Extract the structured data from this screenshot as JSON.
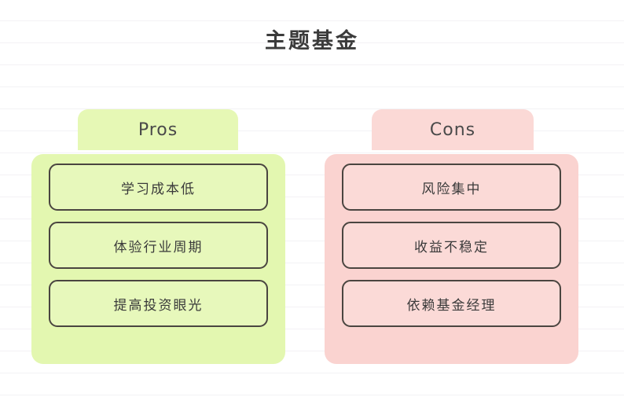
{
  "page": {
    "title": "主题基金",
    "background_color": "#ffffff",
    "rule_line_color": "#f3f2f5"
  },
  "columns": [
    {
      "id": "pros",
      "header_label": "Pros",
      "header_color": "#e6f8b5",
      "panel_color": "#e3f7b0",
      "card_color": "#e7f8bb",
      "card_border_color": "#4a4540",
      "items": [
        {
          "label": "学习成本低"
        },
        {
          "label": "体验行业周期"
        },
        {
          "label": "提高投资眼光"
        }
      ]
    },
    {
      "id": "cons",
      "header_label": "Cons",
      "header_color": "#fbd9d6",
      "panel_color": "#fad3d0",
      "card_color": "#fbdad7",
      "card_border_color": "#4a4540",
      "items": [
        {
          "label": "风险集中"
        },
        {
          "label": "收益不稳定"
        },
        {
          "label": "依赖基金经理"
        }
      ]
    }
  ]
}
